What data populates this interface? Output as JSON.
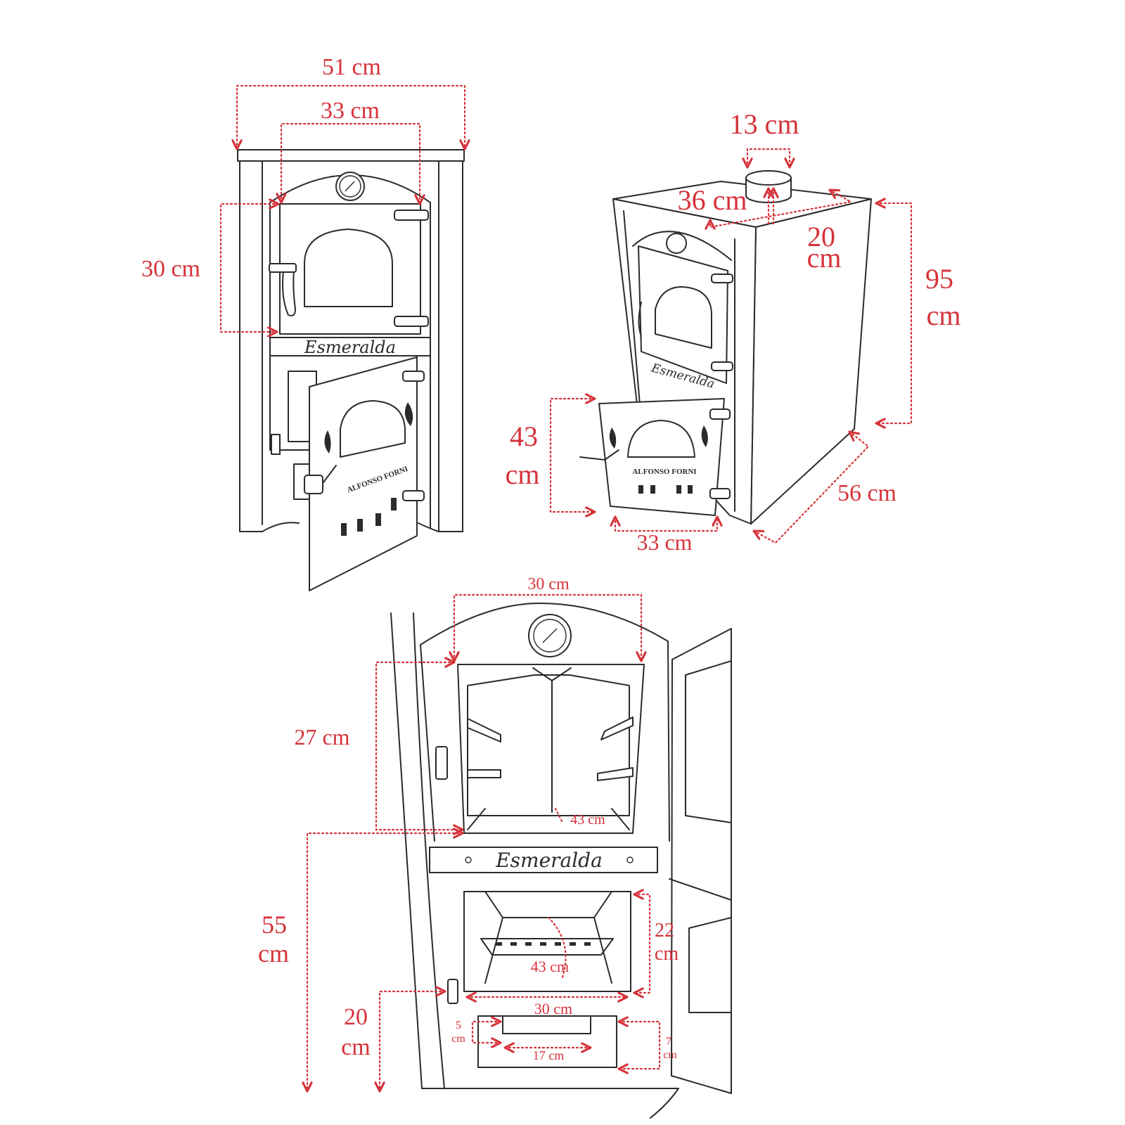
{
  "front_view": {
    "width_outer": "51 cm",
    "width_door": "33 cm",
    "height_door": "30 cm",
    "brand_plate": "Esmeralda",
    "door_brand": "ALFONSO FORNI"
  },
  "perspective_view": {
    "flue_diameter": "13 cm",
    "flue_from_side": "36 cm",
    "flue_from_front_a": "20",
    "flue_from_front_b": "cm",
    "height_a": "95",
    "height_b": "cm",
    "depth": "56 cm",
    "lower_door_height_a": "43",
    "lower_door_height_b": "cm",
    "lower_door_width": "33 cm",
    "door_brand": "ALFONSO FORNI"
  },
  "interior_view": {
    "oven_width": "30 cm",
    "oven_height": "27 cm",
    "oven_depth": "43 cm",
    "brand_plate": "Esmeralda",
    "height_to_oven_a": "55",
    "height_to_oven_b": "cm",
    "firebox_height_a": "22",
    "firebox_height_b": "cm",
    "firebox_depth": "43 cm",
    "firebox_width": "30 cm",
    "ash_height_a": "20",
    "ash_height_b": "cm",
    "ash_tray_height_a": "5",
    "ash_tray_height_b": "cm",
    "ash_tray_width": "17 cm",
    "ash_drawer_height_a": "7",
    "ash_drawer_height_b": "cm"
  },
  "colors": {
    "dimension": "#d6323a",
    "line": "#2b2b2b",
    "background": "#ffffff"
  }
}
